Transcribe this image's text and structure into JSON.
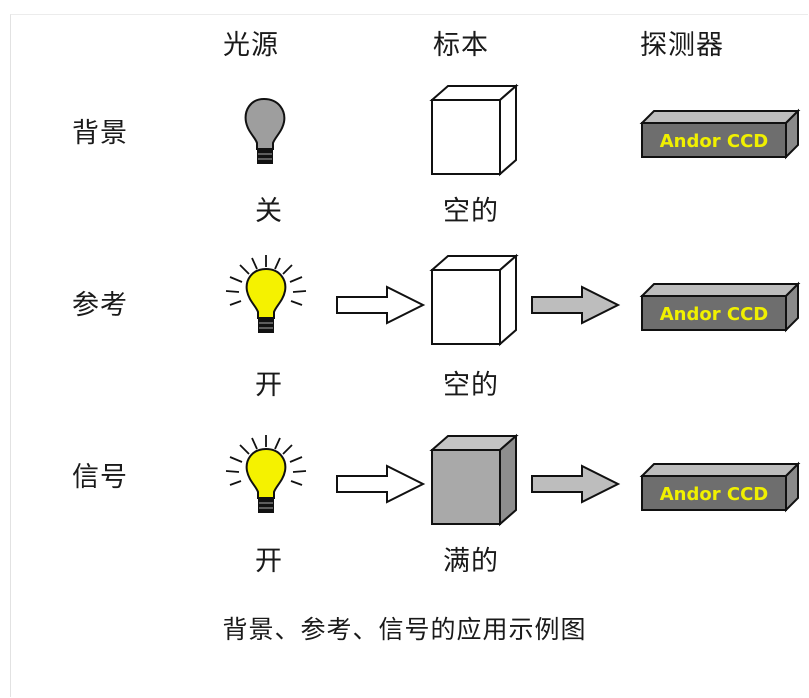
{
  "headers": {
    "light_source": "光源",
    "specimen": "标本",
    "detector": "探测器"
  },
  "rows": [
    {
      "label": "背景",
      "light_state": "关",
      "specimen_state": "空的",
      "detector_label": "Andor CCD"
    },
    {
      "label": "参考",
      "light_state": "开",
      "specimen_state": "空的",
      "detector_label": "Andor CCD"
    },
    {
      "label": "信号",
      "light_state": "开",
      "specimen_state": "满的",
      "detector_label": "Andor CCD"
    }
  ],
  "caption": "背景、参考、信号的应用示例图",
  "colors": {
    "bulb_off": "#9e9e9e",
    "bulb_on": "#f5f200",
    "bulb_base": "#111111",
    "detector_body": "#6e6e6e",
    "detector_text": "#f0f000",
    "specimen_full": "#a9a9a9",
    "arrow_outline": "#ffffff",
    "arrow_filled": "#bdbdbd"
  }
}
